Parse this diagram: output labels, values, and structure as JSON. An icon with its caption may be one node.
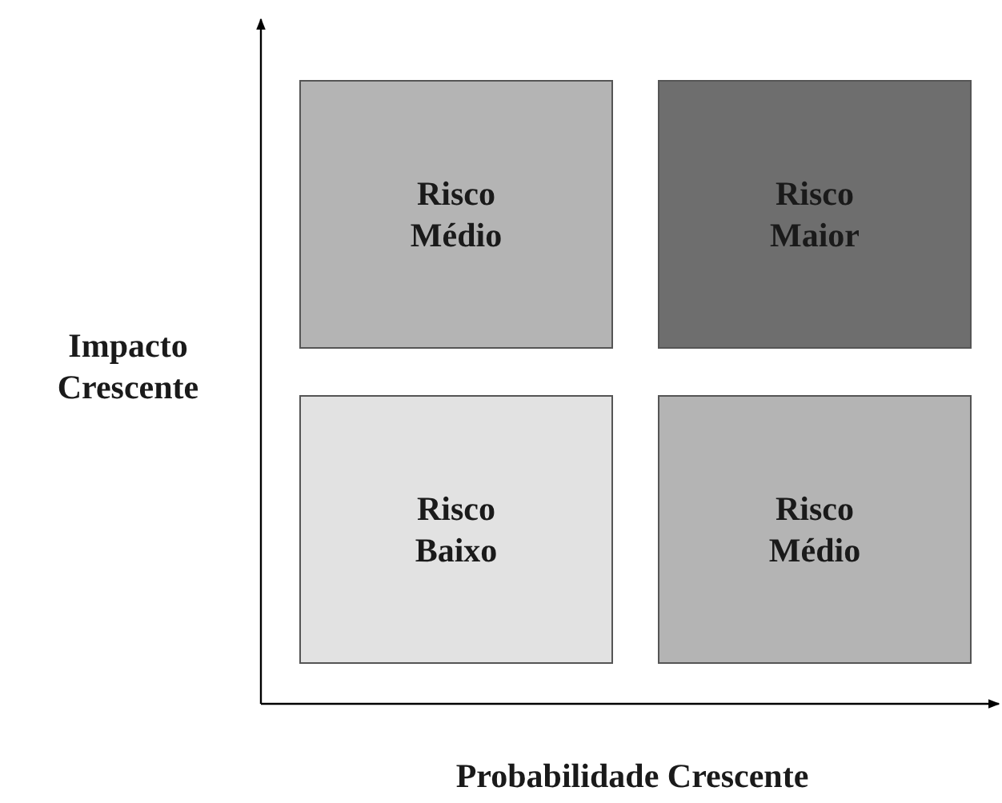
{
  "diagram": {
    "nodes": [
      {
        "text": [
          "Risco Médio"
        ]
      },
      {
        "text": [
          "Risco Maior"
        ]
      },
      {
        "text": [
          "Risco Baixo"
        ]
      },
      {
        "text": [
          "Risco Médio"
        ]
      }
    ],
    "labels": [
      "Impacto Crescente",
      "Probabilidade Crescente"
    ]
  }
}
